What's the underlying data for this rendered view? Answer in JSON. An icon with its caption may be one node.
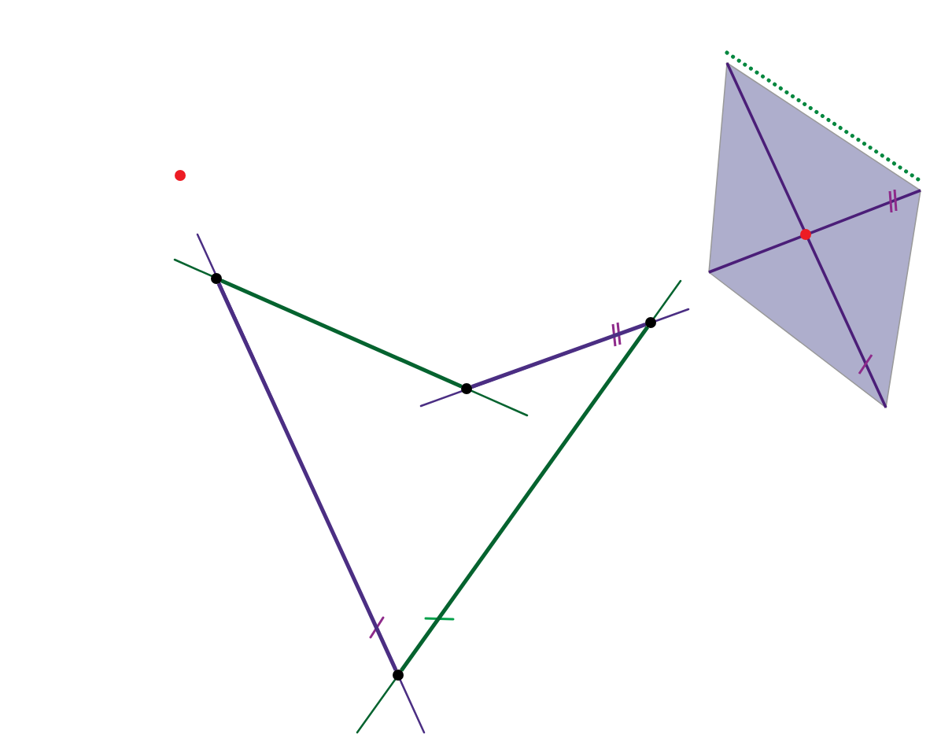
{
  "diagram": {
    "nodes": [
      {
        "text": [],
        "shape": "circle"
      },
      {
        "text": [],
        "shape": "circle"
      },
      {
        "text": [],
        "shape": "circle"
      },
      {
        "text": [],
        "shape": "circle"
      },
      {
        "text": [],
        "shape": "circle"
      },
      {
        "text": [],
        "shape": "diamond"
      },
      {
        "text": [],
        "shape": "circle",
        "in": 5
      }
    ],
    "edges": [
      {
        "from": 1,
        "to": 2,
        "arrow": "none",
        "color": "#05632f"
      },
      {
        "from": 2,
        "to": 3,
        "arrow": "none",
        "color": "#4b2e83"
      },
      {
        "from": 3,
        "to": 4,
        "arrow": "none",
        "color": "#05632f"
      },
      {
        "from": 1,
        "to": 4,
        "arrow": "none",
        "color": "#4b2e83"
      }
    ]
  }
}
